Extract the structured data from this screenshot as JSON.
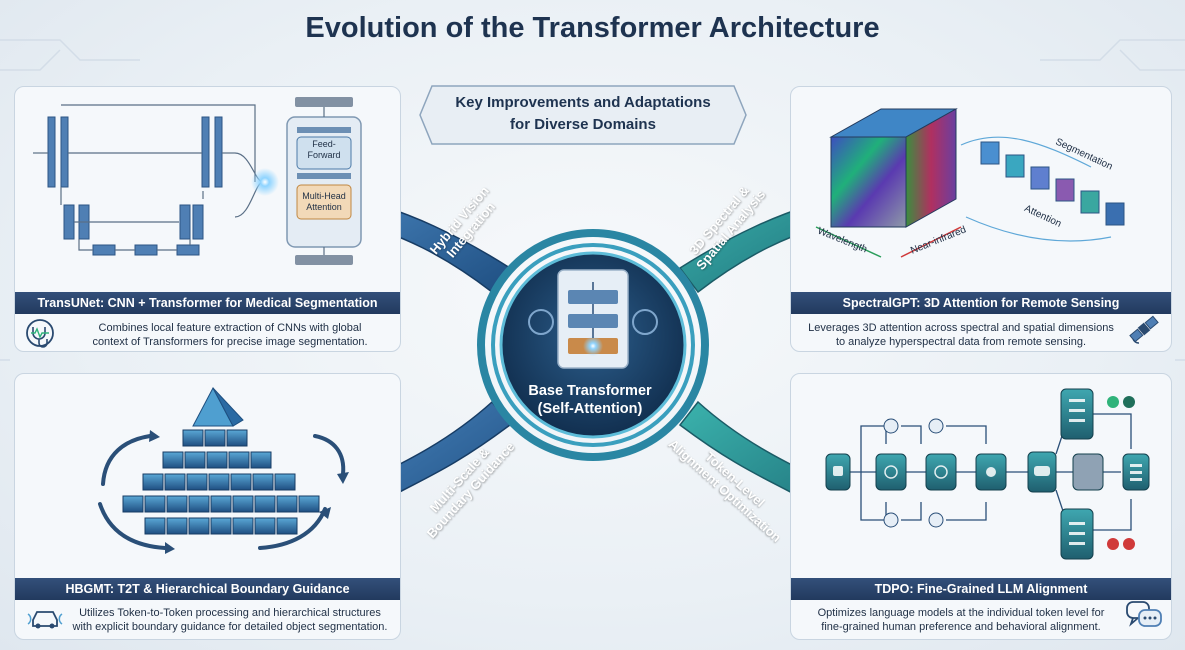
{
  "title": "Evolution of the Transformer Architecture",
  "subtitle": {
    "line1": "Key Improvements and Adaptations",
    "line2": "for Diverse Domains"
  },
  "center": {
    "line1": "Base Transformer",
    "line2": "(Self-Attention)"
  },
  "arrows": {
    "top_left": {
      "line1": "Hybrid Vision",
      "line2": "Integration"
    },
    "top_right": {
      "line1": "3D Spectral &",
      "line2": "Spatial Analysis"
    },
    "bottom_left": {
      "line1": "Multi-Scale &",
      "line2": "Boundary Guidance"
    },
    "bottom_right": {
      "line1": "Token-Level",
      "line2": "Alignment Optimization"
    }
  },
  "panels": {
    "transunet": {
      "heading": "TransUNet: CNN + Transformer for Medical Segmentation",
      "desc1": "Combines local feature extraction of CNNs with global",
      "desc2": "context of Transformers for precise image segmentation.",
      "block_ff": "Feed-Forward",
      "block_mha": "Multi-Head Attention",
      "icon": "stethoscope-icon"
    },
    "spectralgpt": {
      "heading": "SpectralGPT: 3D Attention for Remote Sensing",
      "desc1": "Leverages 3D attention across spectral and spatial dimensions",
      "desc2": "to analyze hyperspectral data from remote sensing.",
      "label_segmentation": "Segmentation",
      "label_attention": "Attention",
      "label_wavelength": "Wavelength",
      "label_nir": "Near-infrared",
      "icon": "satellite-icon"
    },
    "hbgmt": {
      "heading": "HBGMT: T2T & Hierarchical Boundary Guidance",
      "desc1": "Utilizes Token-to-Token processing and hierarchical structures",
      "desc2": "with explicit boundary guidance for detailed object segmentation.",
      "icon": "car-icon"
    },
    "tdpo": {
      "heading": "TDPO: Fine-Grained LLM Alignment",
      "desc1": "Optimizes language models at the individual token level for",
      "desc2": "fine-grained human preference and behavioral alignment.",
      "icon": "chat-bubbles-icon"
    }
  },
  "colors": {
    "navy": "#1e3350",
    "arrow_blue": "#2f6aa3",
    "teal": "#2a9d9a",
    "panel_bar": "#223a5e",
    "accent_green": "#2fb37a",
    "accent_red": "#d03a3a"
  }
}
